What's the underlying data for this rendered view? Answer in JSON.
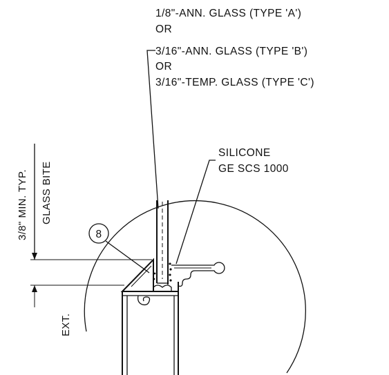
{
  "notes": {
    "glass_callout": [
      "1/8\"-ANN. GLASS (TYPE 'A')",
      "OR",
      "3/16\"-ANN. GLASS (TYPE 'B')",
      "OR",
      "3/16\"-TEMP. GLASS (TYPE 'C')"
    ],
    "silicone_callout": [
      "SILICONE",
      "GE SCS 1000"
    ]
  },
  "dimension": {
    "value": "3/8\" MIN. TYP.",
    "label": "GLASS BITE"
  },
  "side_label": "EXT.",
  "detail_tag": "8"
}
